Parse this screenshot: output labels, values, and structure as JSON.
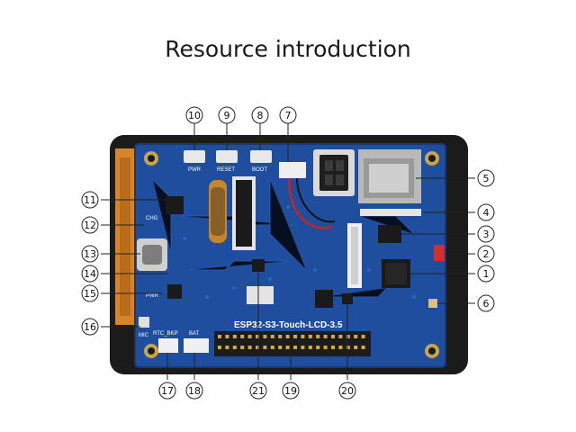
{
  "title": "Resource introduction",
  "board": {
    "name": "ESP32-S3-Touch-LCD-3.5",
    "silkscreen": {
      "pwr_top": "PWR",
      "reset": "RESET",
      "boot": "BOOT",
      "chg": "CHG",
      "pwr_side": "PWR",
      "rtc_bkp": "RTC_BKP",
      "bat": "BAT",
      "mic": "MIC"
    }
  },
  "callouts": {
    "c1": "1",
    "c2": "2",
    "c3": "3",
    "c4": "4",
    "c5": "5",
    "c6": "6",
    "c7": "7",
    "c8": "8",
    "c9": "9",
    "c10": "10",
    "c11": "11",
    "c12": "12",
    "c13": "13",
    "c14": "14",
    "c15": "15",
    "c16": "16",
    "c17": "17",
    "c18": "18",
    "c19": "19",
    "c20": "20",
    "c21": "21"
  },
  "colors": {
    "pcb": "#1f4e9e",
    "frame": "#1b1b1b",
    "fpc": "#d6862a",
    "header": "#1c1c1c"
  }
}
